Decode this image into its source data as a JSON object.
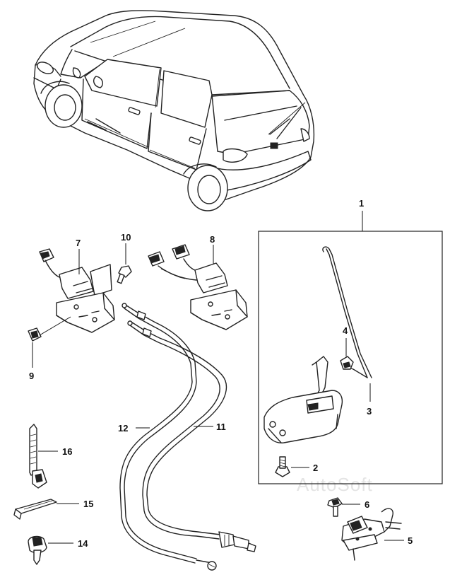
{
  "watermark": "AutoSoft",
  "callouts": {
    "c1": "1",
    "c2": "2",
    "c3": "3",
    "c4": "4",
    "c5": "5",
    "c6": "6",
    "c7": "7",
    "c8": "8",
    "c9": "9",
    "c10": "10",
    "c11": "11",
    "c12": "12",
    "c14": "14",
    "c15": "15",
    "c16": "16"
  }
}
